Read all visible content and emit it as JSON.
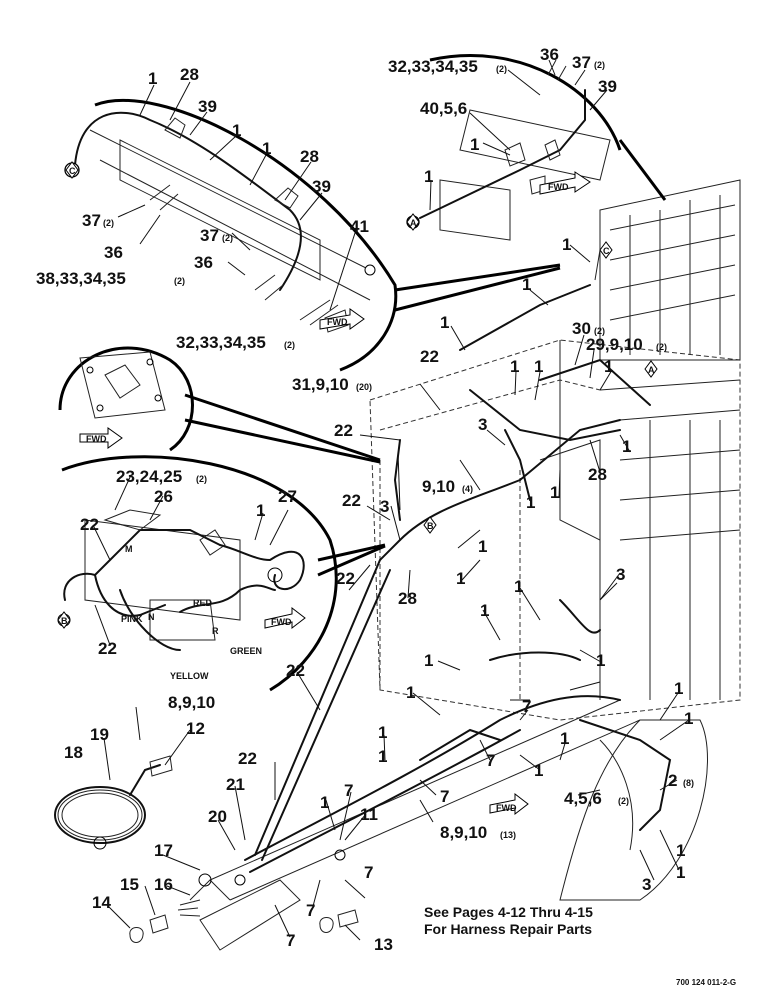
{
  "labels": {
    "l1a": "1",
    "l28a": "28",
    "l39a": "39",
    "l1b": "1",
    "l1c": "1",
    "l28b": "28",
    "l39b": "39",
    "l37a": "37",
    "l37a_q": "(2)",
    "l36a": "36",
    "l38": "38,33,34,35",
    "l38_q": "(2)",
    "l37b": "37",
    "l37b_q": "(2)",
    "l36b": "36",
    "l41": "41",
    "l32b": "32,33,34,35",
    "l32b_q": "(2)",
    "l36c": "36",
    "l32a": "32,33,34,35",
    "l32a_q": "(2)",
    "l37c": "37",
    "l37c_q": "(2)",
    "l39c": "39",
    "l40": "40,5,6",
    "l1d": "1",
    "l1e": "1",
    "l1f": "1",
    "l1g": "1",
    "l1h": "1",
    "l30": "30",
    "l30_q": "(2)",
    "l29": "29,9,10",
    "l29_q": "(2)",
    "l22a": "22",
    "l1i": "1",
    "l1j": "1",
    "l1k": "1",
    "l31": "31,9,10",
    "l31_q": "(20)",
    "l22b": "22",
    "l3a": "3",
    "l1l": "1",
    "l28c": "28",
    "l1m": "1",
    "l910": "9,10",
    "l910_q": "(4)",
    "l1n": "1",
    "l23": "23,24,25",
    "l23_q": "(2)",
    "l26": "26",
    "l27": "27",
    "l1o": "1",
    "l22c": "22",
    "l22d": "22",
    "l22e": "22",
    "l3b": "3",
    "l22f": "22",
    "l1p": "1",
    "l1q": "1",
    "l28d": "28",
    "l3c": "3",
    "l1r": "1",
    "l1s": "1",
    "l1t": "1",
    "l1u": "1",
    "l1v": "1",
    "l22g": "22",
    "l8910": "8,9,10",
    "l12": "12",
    "l19": "19",
    "l18": "18",
    "l1w": "1",
    "l1x": "1",
    "l7a": "7",
    "l1y": "1",
    "l7b": "7",
    "l1z": "1",
    "l1aa": "1",
    "l1ab": "1",
    "l7c": "7",
    "l2": "2",
    "l2_q": "(8)",
    "l456": "4,5,6",
    "l456_q": "(2)",
    "l1ac": "1",
    "l22h": "22",
    "l21": "21",
    "l1ad": "1",
    "l7d": "7",
    "l11": "11",
    "l8910b": "8,9,10",
    "l8910b_q": "(13)",
    "l20": "20",
    "l17": "17",
    "l16": "16",
    "l15": "15",
    "l14": "14",
    "l7e": "7",
    "l7f": "7",
    "l7g": "7",
    "l13": "13",
    "l3d": "3",
    "l1ae": "1"
  },
  "wire_colors": {
    "red": "RED",
    "pink": "PINK",
    "green": "GREEN",
    "yellow": "YELLOW"
  },
  "connector_letters": {
    "a1": "A",
    "a2": "A",
    "b1": "B",
    "b2": "B",
    "c1": "C",
    "c2": "C",
    "m": "M",
    "n": "N",
    "r": "R"
  },
  "fwd": {
    "f1": "FWD",
    "f2": "FWD",
    "f3": "FWD",
    "f4": "FWD",
    "f5": "FWD"
  },
  "note": {
    "line1": "See Pages 4-12 Thru 4-15",
    "line2": "For Harness Repair Parts"
  },
  "doc_number": "700 124 011-2-G"
}
